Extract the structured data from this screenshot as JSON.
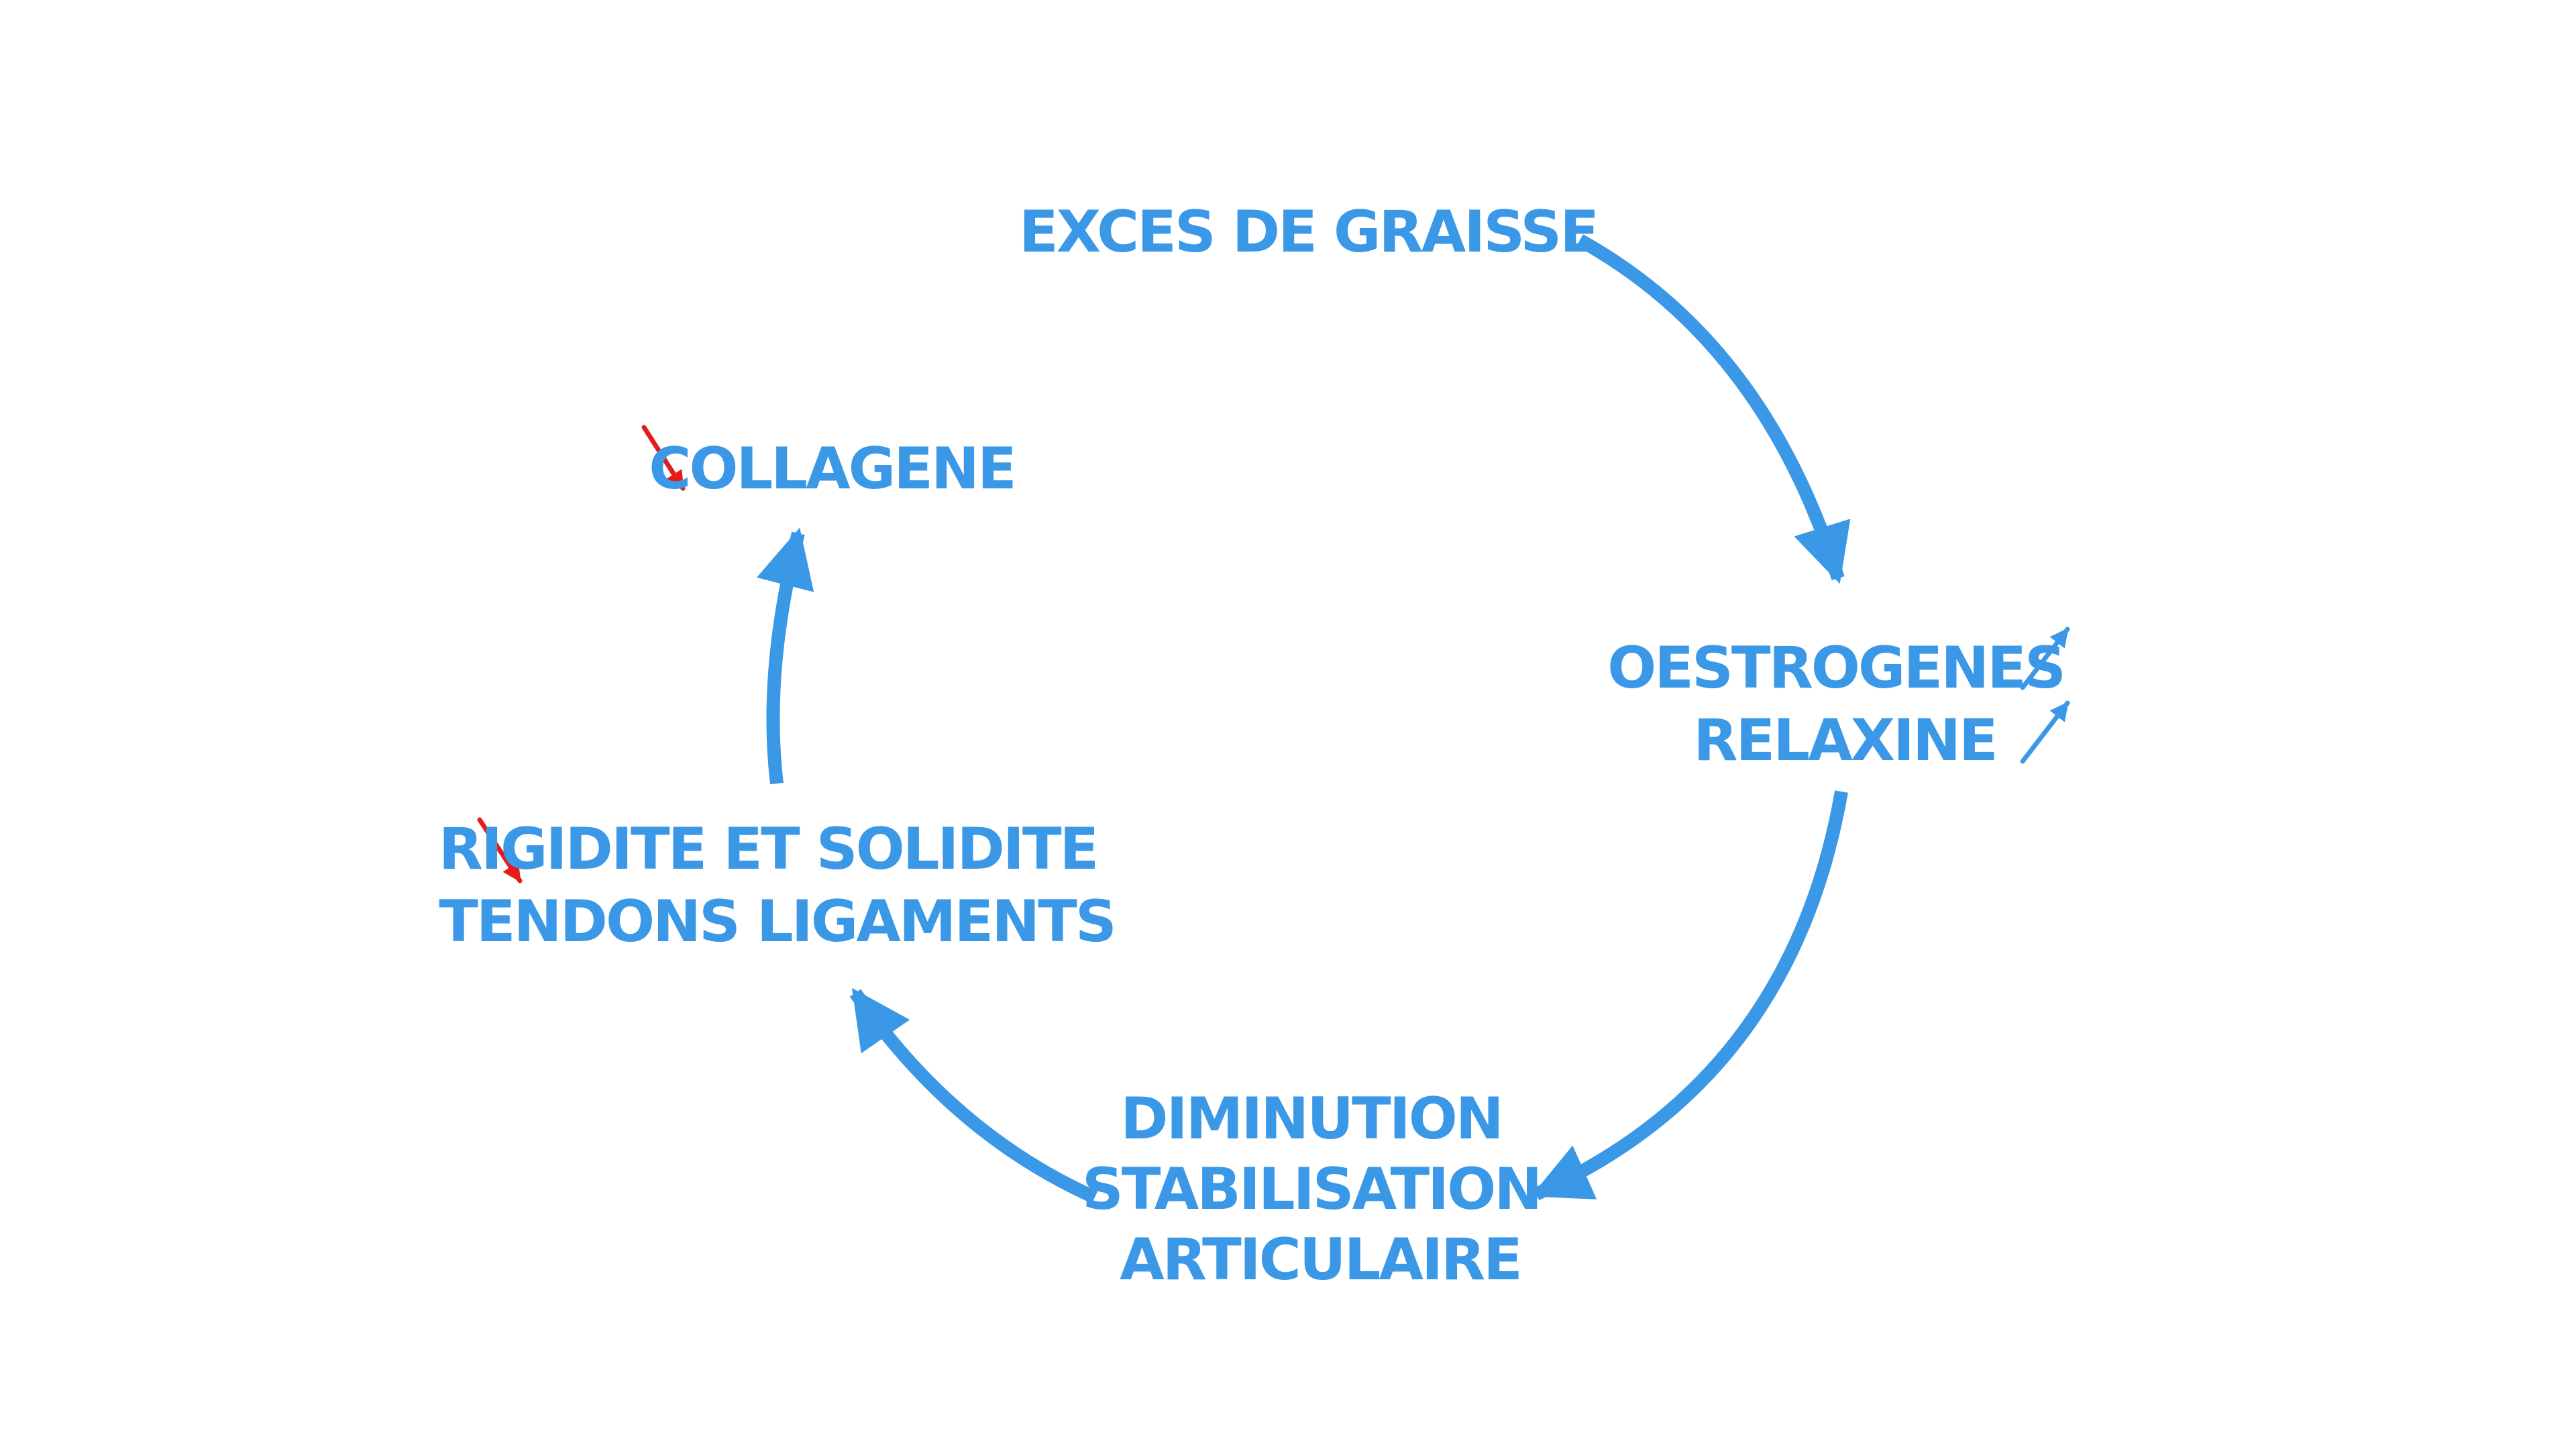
{
  "colors": {
    "background": "#ffffff",
    "main": "#3b98e6",
    "decrease": "#e31b1b"
  },
  "nodes": {
    "fat": {
      "lines": [
        "EXCES DE GRAISSE"
      ]
    },
    "hormones": {
      "lines": [
        "OESTROGENES",
        "RELAXINE"
      ]
    },
    "stabilization": {
      "lines": [
        "DIMINUTION",
        "STABILISATION",
        "ARTICULAIRE"
      ]
    },
    "rigidity": {
      "lines": [
        "RIGIDITE ET SOLIDITE",
        "TENDONS LIGAMENTS"
      ]
    },
    "collagen": {
      "lines": [
        "COLLAGENE"
      ]
    }
  },
  "indicators": {
    "oestrogen": {
      "direction": "up",
      "color": "#3b98e6"
    },
    "relaxin": {
      "direction": "up",
      "color": "#3b98e6"
    },
    "rigidity": {
      "direction": "down",
      "color": "#e31b1b"
    },
    "collagen": {
      "direction": "down",
      "color": "#e31b1b"
    }
  }
}
